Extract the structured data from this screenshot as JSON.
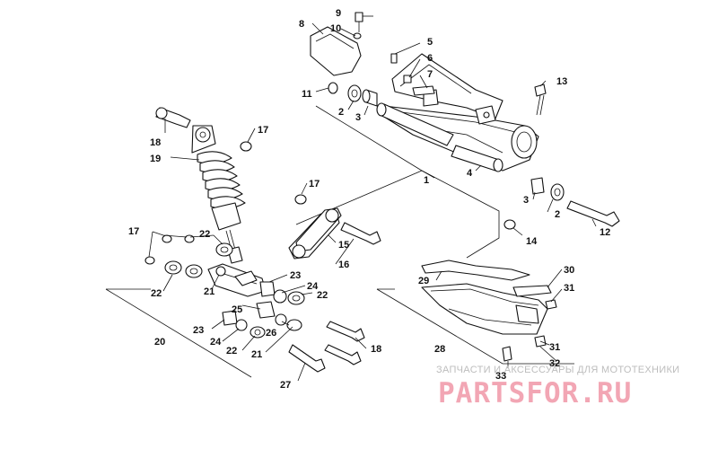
{
  "diagram": {
    "callouts": [
      "1",
      "2",
      "3",
      "4",
      "5",
      "6",
      "7",
      "8",
      "9",
      "10",
      "11",
      "12",
      "13",
      "14",
      "15",
      "16",
      "17",
      "18",
      "19",
      "20",
      "21",
      "22",
      "23",
      "24",
      "25",
      "26",
      "27",
      "28",
      "29",
      "30",
      "31",
      "32",
      "33"
    ]
  },
  "watermark": {
    "tagline": "ЗАПЧАСТИ И АКСЕССУАРЫ ДЛЯ МОТОТЕХНИКИ",
    "logo": "PARTSFOR.RU"
  },
  "colors": {
    "line": "#111111",
    "watermark_logo": "#f2a6b4",
    "watermark_text": "#bdbdbd"
  }
}
